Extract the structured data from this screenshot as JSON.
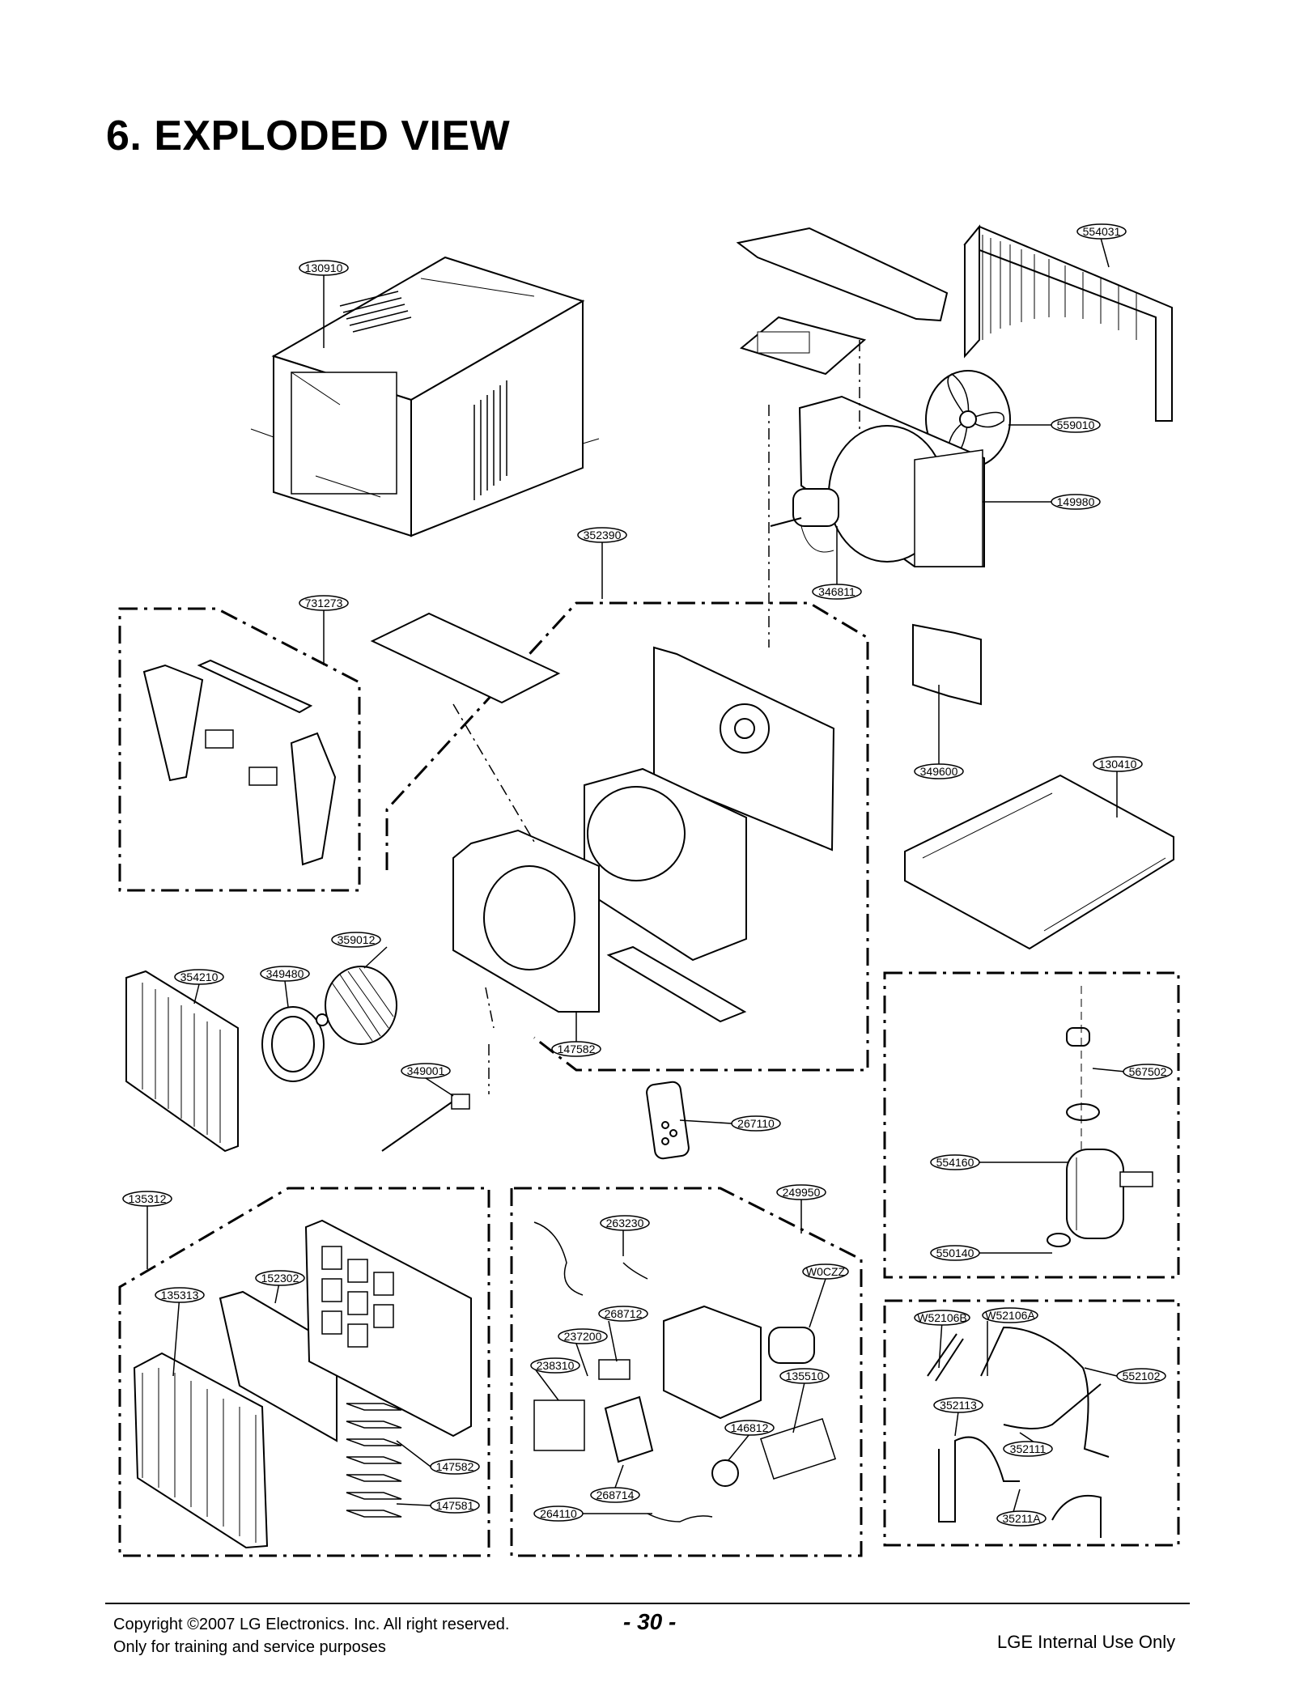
{
  "title": "6. EXPLODED VIEW",
  "parts": {
    "p130910": "130910",
    "p554031": "554031",
    "p559010": "559010",
    "p149980": "149980",
    "p352390": "352390",
    "p346811": "346811",
    "p731273": "731273",
    "p349600": "349600",
    "p130410": "130410",
    "p359012": "359012",
    "p354210": "354210",
    "p349480": "349480",
    "p147582a": "147582",
    "p349001": "349001",
    "p567502": "567502",
    "p267110": "267110",
    "p554160": "554160",
    "p135312": "135312",
    "p249950": "249950",
    "p550140": "550140",
    "p263230": "263230",
    "pW0CZZ": "W0CZZ",
    "p152302": "152302",
    "p135313": "135313",
    "p268712": "268712",
    "p237200": "237200",
    "p238310": "238310",
    "p135510": "135510",
    "p146812": "146812",
    "p268714": "268714",
    "p264110": "264110",
    "p147582b": "147582",
    "p147581": "147581",
    "pW52106B": "W52106B",
    "pW52106A": "W52106A",
    "p552102": "552102",
    "p352113": "352113",
    "p352111": "352111",
    "p35211A": "35211A"
  },
  "footer": {
    "copyright": "Copyright ©2007 LG Electronics. Inc. All right reserved.",
    "training": "Only for training and service purposes",
    "page_number": "- 30 -",
    "internal": "LGE Internal Use Only"
  }
}
